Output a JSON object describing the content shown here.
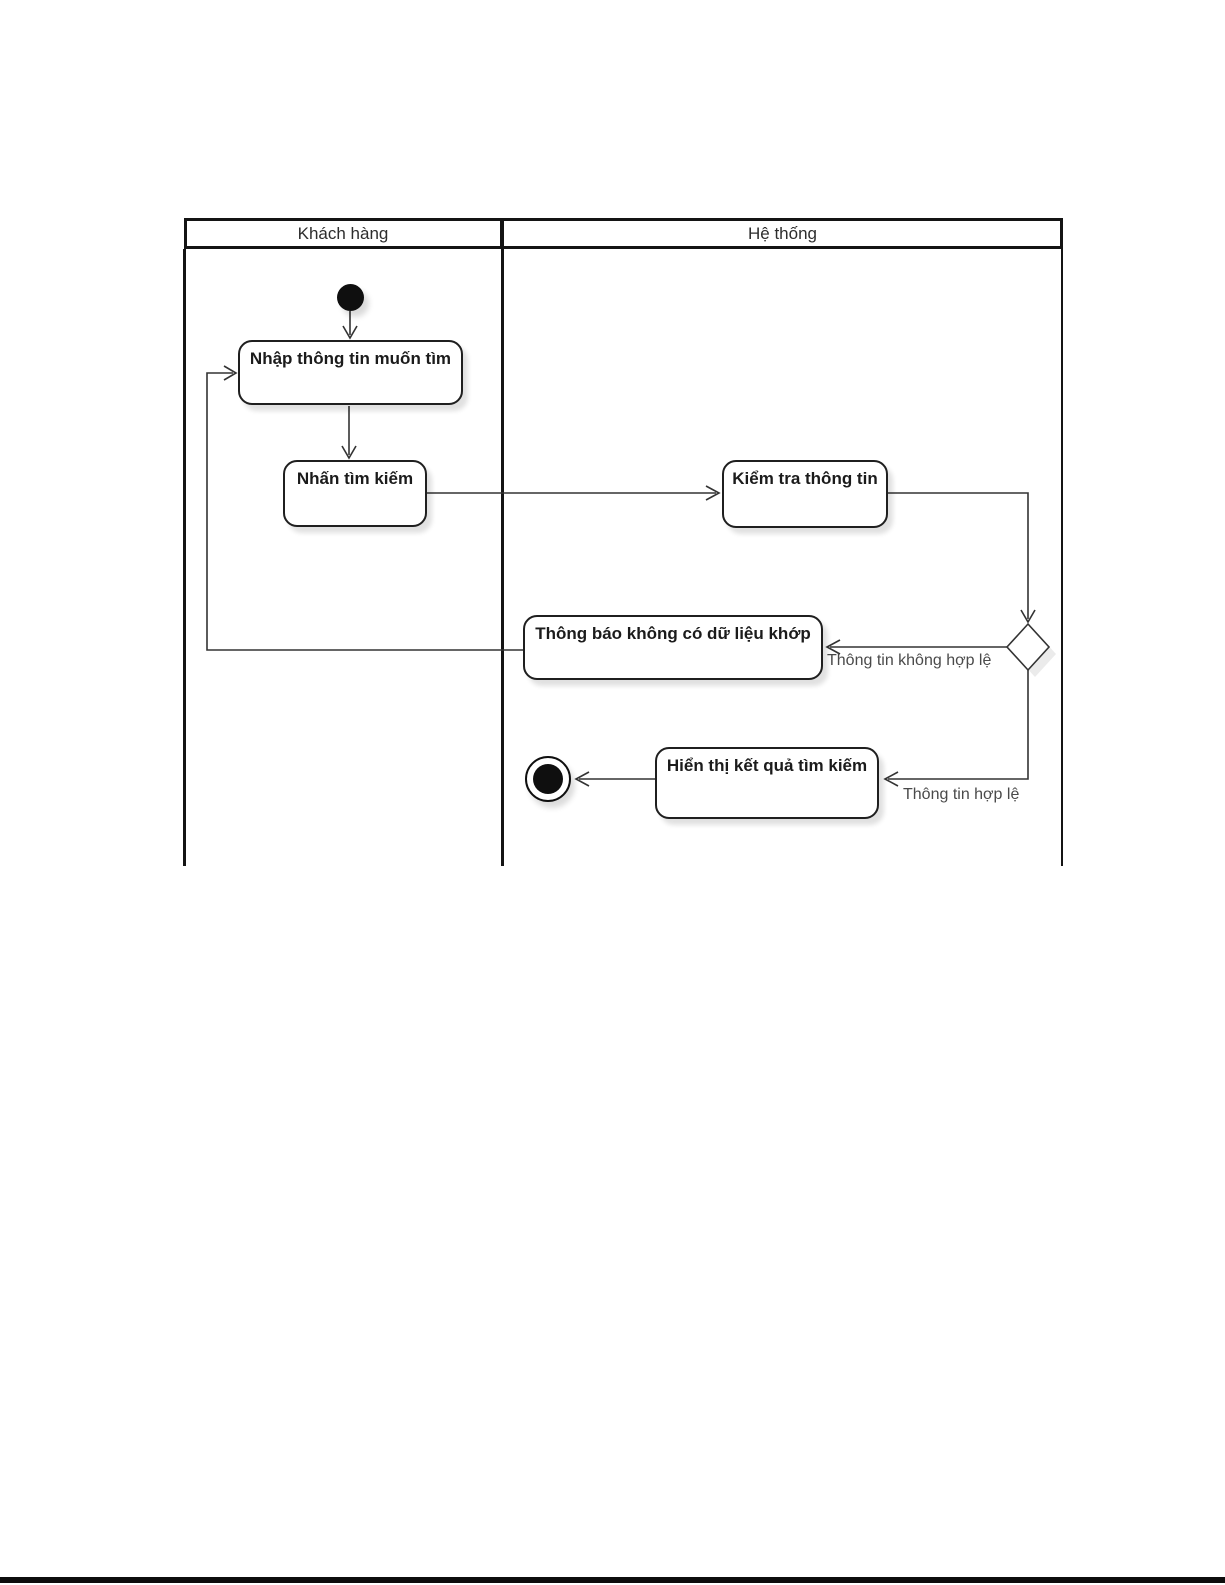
{
  "diagram": {
    "type": "uml-activity-swimlane",
    "lanes": [
      {
        "title": "Khách hàng"
      },
      {
        "title": "Hệ thống"
      }
    ],
    "nodes": {
      "nhap_thong_tin": {
        "label": "Nhập thông tin muốn tìm"
      },
      "nhan_tim_kiem": {
        "label": "Nhấn tìm kiếm"
      },
      "kiem_tra_thong_tin": {
        "label": "Kiểm tra thông tin"
      },
      "thong_bao_khong_khop": {
        "label": "Thông báo không có dữ liệu khớp"
      },
      "hien_thi_ket_qua": {
        "label": "Hiển thị kết quả tìm kiếm"
      }
    },
    "edge_labels": {
      "invalid": "Thông tin không hợp lệ",
      "valid": "Thông tin hợp lệ"
    },
    "edges": [
      {
        "from": "start",
        "to": "nhap_thong_tin",
        "label": ""
      },
      {
        "from": "nhap_thong_tin",
        "to": "nhan_tim_kiem",
        "label": ""
      },
      {
        "from": "nhan_tim_kiem",
        "to": "kiem_tra_thong_tin",
        "label": ""
      },
      {
        "from": "kiem_tra_thong_tin",
        "to": "decision",
        "label": ""
      },
      {
        "from": "decision",
        "to": "thong_bao_khong_khop",
        "label": "Thông tin không hợp lệ"
      },
      {
        "from": "thong_bao_khong_khop",
        "to": "nhap_thong_tin",
        "label": ""
      },
      {
        "from": "decision",
        "to": "hien_thi_ket_qua",
        "label": "Thông tin hợp lệ"
      },
      {
        "from": "hien_thi_ket_qua",
        "to": "end",
        "label": ""
      }
    ],
    "colors": {
      "line": "#333333",
      "node_border": "#1f1f1f",
      "node_fill": "#ffffff",
      "label_text": "#4a4a4a",
      "footer_bar": "#0d0d0d"
    }
  }
}
